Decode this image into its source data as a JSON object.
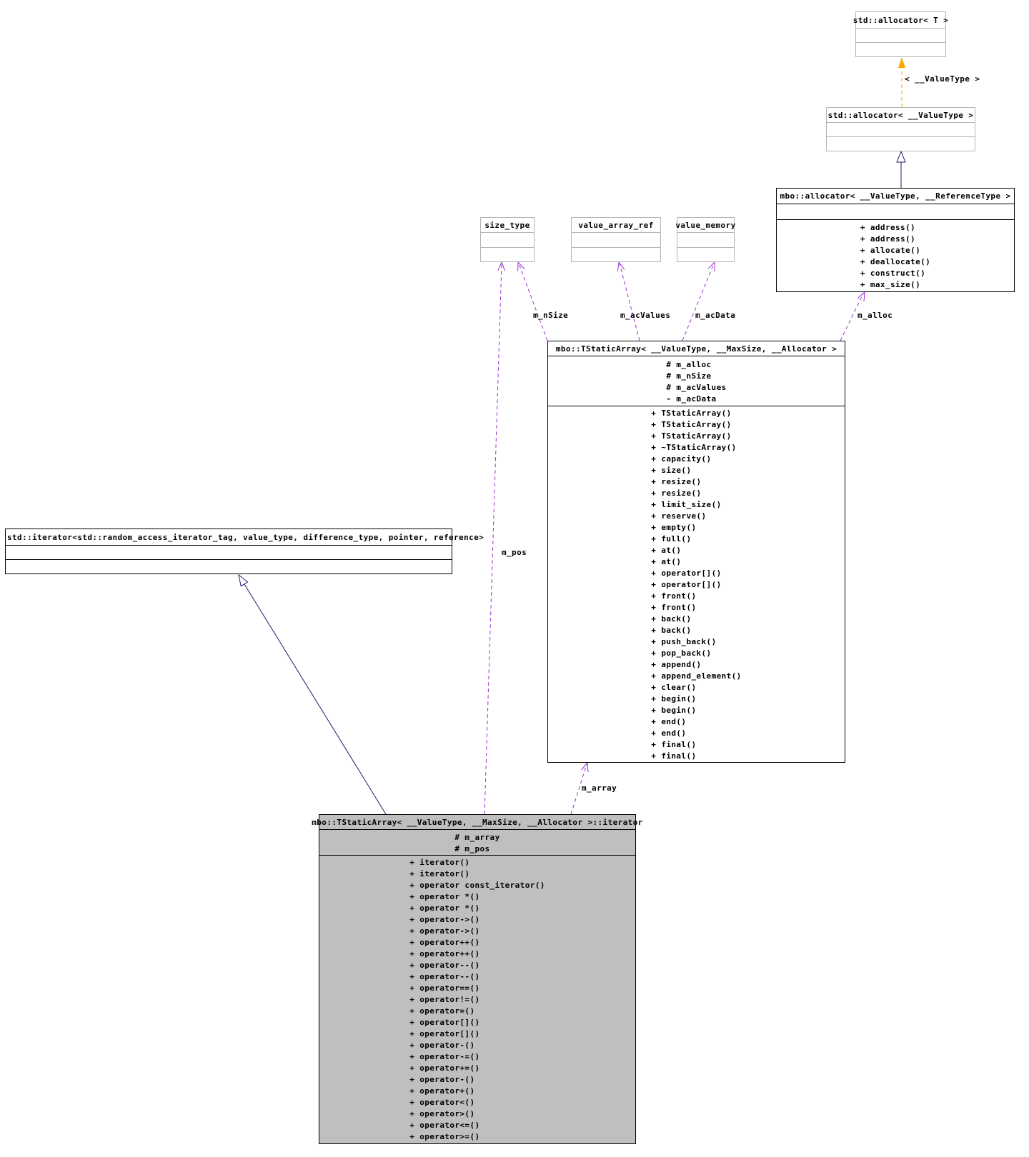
{
  "classes": {
    "std_allocator_t": {
      "title": "std::allocator< T >",
      "attributes": [],
      "methods": []
    },
    "std_allocator_valuetype": {
      "title": "std::allocator< __ValueType >",
      "attributes": [],
      "methods": []
    },
    "mbo_allocator": {
      "title": "mbo::allocator< __ValueType, __ReferenceType >",
      "attributes": [],
      "methods": [
        "+ address()",
        "+ address()",
        "+ allocate()",
        "+ deallocate()",
        "+ construct()",
        "+ max_size()"
      ]
    },
    "size_type": {
      "title": "size_type",
      "attributes": [],
      "methods": []
    },
    "value_array_ref": {
      "title": "value_array_ref",
      "attributes": [],
      "methods": []
    },
    "value_memory": {
      "title": "value_memory",
      "attributes": [],
      "methods": []
    },
    "tstatic_array": {
      "title": "mbo::TStaticArray< __ValueType, __MaxSize, __Allocator >",
      "attributes": [
        "# m_alloc",
        "# m_nSize",
        "# m_acValues",
        "- m_acData"
      ],
      "methods": [
        "+ TStaticArray()",
        "+ TStaticArray()",
        "+ TStaticArray()",
        "+ ~TStaticArray()",
        "+ capacity()",
        "+ size()",
        "+ resize()",
        "+ resize()",
        "+ limit_size()",
        "+ reserve()",
        "+ empty()",
        "+ full()",
        "+ at()",
        "+ at()",
        "+ operator[]()",
        "+ operator[]()",
        "+ front()",
        "+ front()",
        "+ back()",
        "+ back()",
        "+ push_back()",
        "+ pop_back()",
        "+ append()",
        "+ append_element()",
        "+ clear()",
        "+ begin()",
        "+ begin()",
        "+ end()",
        "+ end()",
        "+ final()",
        "+ final()"
      ]
    },
    "std_iterator": {
      "title": "std::iterator<std::random_access_iterator_tag, value_type, difference_type, pointer, reference>",
      "attributes": [],
      "methods": []
    },
    "iterator": {
      "title": "mbo::TStaticArray< __ValueType, __MaxSize, __Allocator >::iterator",
      "attributes": [
        "# m_array",
        "# m_pos"
      ],
      "methods": [
        "+ iterator()",
        "+ iterator()",
        "+ operator const_iterator()",
        "+ operator *()",
        "+ operator *()",
        "+ operator->()",
        "+ operator->()",
        "+ operator++()",
        "+ operator++()",
        "+ operator--()",
        "+ operator--()",
        "+ operator==()",
        "+ operator!=()",
        "+ operator=()",
        "+ operator[]()",
        "+ operator[]()",
        "+ operator-()",
        "+ operator-=()",
        "+ operator+=()",
        "+ operator-()",
        "+ operator+()",
        "+ operator<()",
        "+ operator>()",
        "+ operator<=()",
        "+ operator>=()"
      ]
    }
  },
  "edge_labels": {
    "template_instantiation": "< __ValueType >",
    "m_nSize": "m_nSize",
    "m_acValues": "m_acValues",
    "m_acData": "m_acData",
    "m_alloc": "m_alloc",
    "m_pos": "m_pos",
    "m_array": "m_array"
  },
  "colors": {
    "association": "#9a32cd",
    "inheritance": "#191970",
    "template_arrow": "#ffa500",
    "highlight_fill": "#bfbfbf",
    "external_border": "#b4b4b4"
  }
}
